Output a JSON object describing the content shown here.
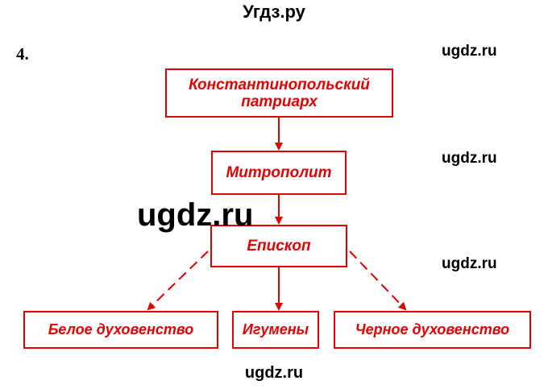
{
  "header": {
    "watermark": "Угдз.ру"
  },
  "task_number": "4.",
  "watermarks": [
    "ugdz.ru",
    "ugdz.ru",
    "ugdz.ru",
    "ugdz.ru",
    "ugdz.ru"
  ],
  "colors": {
    "accent": "#e00000",
    "text": "#000000",
    "background": "#ffffff"
  },
  "diagram": {
    "nodes": {
      "patriarch": "Константинопольский\nпатриарх",
      "metropolitan": "Митрополит",
      "bishop": "Епископ",
      "white_clergy": "Белое духовенство",
      "hegumens": "Игумены",
      "black_clergy": "Черное духовенство"
    },
    "edges": [
      {
        "from": "patriarch",
        "to": "metropolitan",
        "style": "solid"
      },
      {
        "from": "metropolitan",
        "to": "bishop",
        "style": "solid"
      },
      {
        "from": "bishop",
        "to": "white_clergy",
        "style": "dashed"
      },
      {
        "from": "bishop",
        "to": "hegumens",
        "style": "solid"
      },
      {
        "from": "bishop",
        "to": "black_clergy",
        "style": "dashed"
      }
    ]
  }
}
